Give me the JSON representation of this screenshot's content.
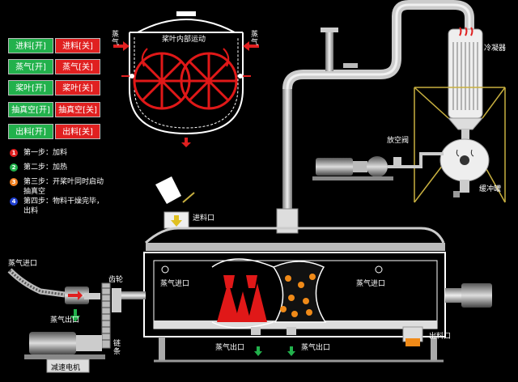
{
  "controls": [
    {
      "on": "进料[开]",
      "off": "进料[关]"
    },
    {
      "on": "蒸气[开]",
      "off": "蒸气[关]"
    },
    {
      "on": "桨叶[开]",
      "off": "桨叶[关]"
    },
    {
      "on": "抽真空[开]",
      "off": "抽真空[关]"
    },
    {
      "on": "出料[开]",
      "off": "出料[关]"
    }
  ],
  "steps": [
    {
      "num": "1",
      "color": "#e02020",
      "text": "第一步：加料"
    },
    {
      "num": "2",
      "color": "#22b14c",
      "text": "第二步：加热"
    },
    {
      "num": "3",
      "color": "#f08020",
      "text": "第三步：开桨叶同时启动抽真空"
    },
    {
      "num": "4",
      "color": "#2040d0",
      "text": "第四步：物料干燥完毕，出料"
    }
  ],
  "labels": {
    "paddle_motion": "桨叶内部运动",
    "steam_left": "蒸气",
    "steam_right": "蒸气",
    "condenser": "冷凝器",
    "vent_valve": "放空阀",
    "buffer_tank": "缓冲罐",
    "feed_inlet": "进料口",
    "steam_inlet_pipe": "蒸气进口",
    "gear": "齿轮",
    "steam_outlet_left": "蒸气出口",
    "chain": "链条",
    "reduction_motor": "减速电机",
    "steam_inlet_inner_left": "蒸气进口",
    "steam_inlet_inner_right": "蒸气进口",
    "steam_outlet_bottom_1": "蒸气出口",
    "steam_outlet_bottom_2": "蒸气出口",
    "discharge_outlet": "出料口"
  },
  "colors": {
    "on_button": "#22b14c",
    "off_button": "#e02020",
    "pipe": "#cccccc",
    "paddle": "#e01818",
    "material": "#f08a18",
    "frame": "#ffffff",
    "support": "#c8b040"
  },
  "icons": [
    "feed-hopper-icon",
    "motor-icon",
    "pump-icon",
    "heater-icon",
    "arrow-icon"
  ]
}
